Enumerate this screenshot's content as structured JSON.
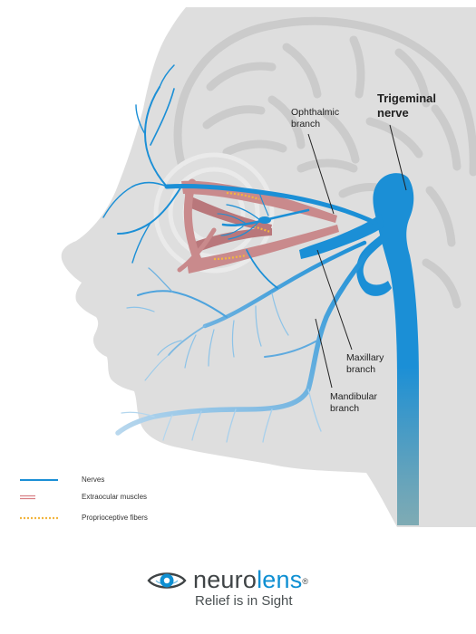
{
  "labels": {
    "trigeminal": [
      "Trigeminal",
      "nerve"
    ],
    "ophthalmic": [
      "Ophthalmic",
      "branch"
    ],
    "maxillary": [
      "Maxillary",
      "branch"
    ],
    "mandibular": [
      "Mandibular",
      "branch"
    ]
  },
  "legend": [
    {
      "key": "nerves",
      "text": "Nerves",
      "color": "#1b8fd6"
    },
    {
      "key": "muscles",
      "text": "Extraocular muscles",
      "color": "#d87f85"
    },
    {
      "key": "fibers",
      "text": "Proprioceptive fibers",
      "color": "#f2b640"
    }
  ],
  "logo": {
    "word_part1": "neuro",
    "word_part2": "lens",
    "registered": "®",
    "tagline": "Relief is in Sight"
  },
  "colors": {
    "head": "#dedede",
    "brain": "#cfcfcf",
    "nerve": "#1b8fd6",
    "nerve_light": "#8cc3e8",
    "muscle": "#c98a8c",
    "brand_blue": "#0e8fd2",
    "brand_gray": "#3f4446"
  }
}
